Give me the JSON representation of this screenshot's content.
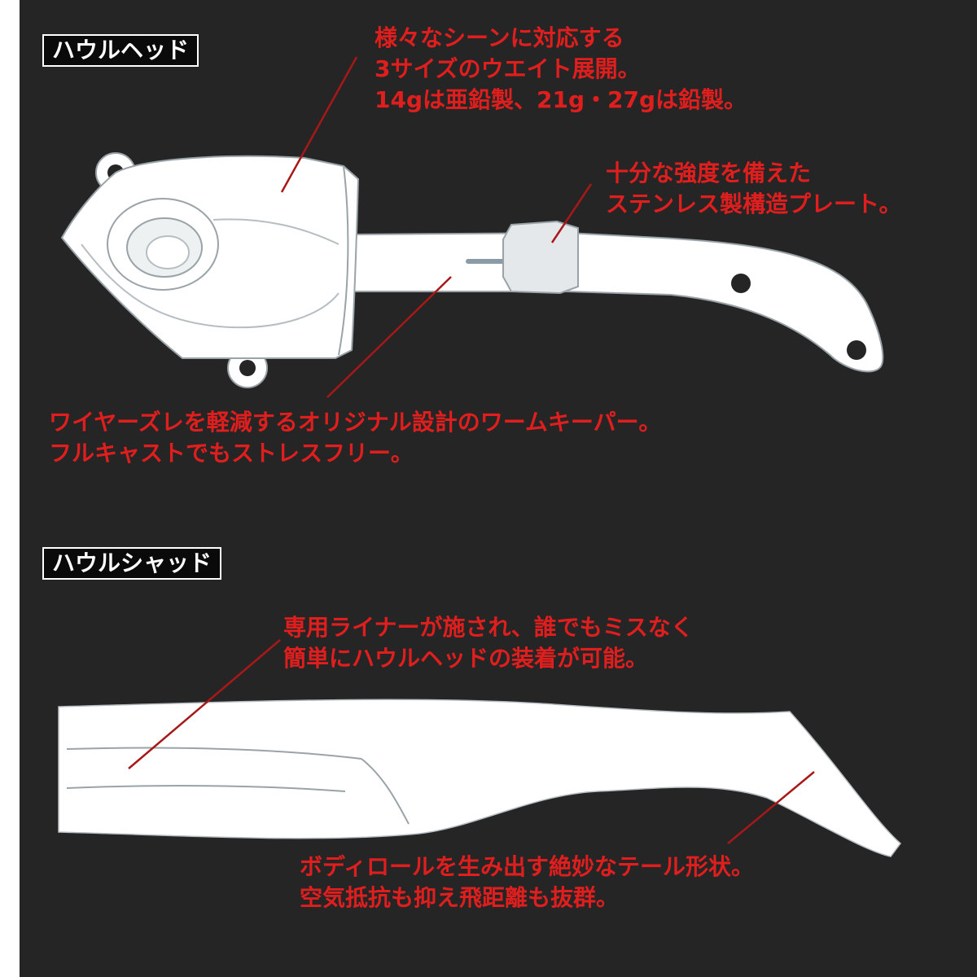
{
  "colors": {
    "background": "#252525",
    "annotation_text": "#e01e1e",
    "leader_line": "#a81818",
    "product_fill": "#ffffff",
    "outline": "#9aa3a8"
  },
  "head_section": {
    "label": "ハウルヘッド",
    "notes": {
      "weight": [
        "様々なシーンに対応する",
        "3サイズのウエイト展開。",
        "14gは亜鉛製、21g・27gは鉛製。"
      ],
      "plate": [
        "十分な強度を備えた",
        "ステンレス製構造プレート。"
      ],
      "keeper": [
        "ワイヤーズレを軽減するオリジナル設計のワームキーパー。",
        "フルキャストでもストレスフリー。"
      ]
    }
  },
  "shad_section": {
    "label": "ハウルシャッド",
    "notes": {
      "liner": [
        "専用ライナーが施され、誰でもミスなく",
        "簡単にハウルヘッドの装着が可能。"
      ],
      "tail": [
        "ボディロールを生み出す絶妙なテール形状。",
        "空気抵抗も抑え飛距離も抜群。"
      ]
    }
  }
}
